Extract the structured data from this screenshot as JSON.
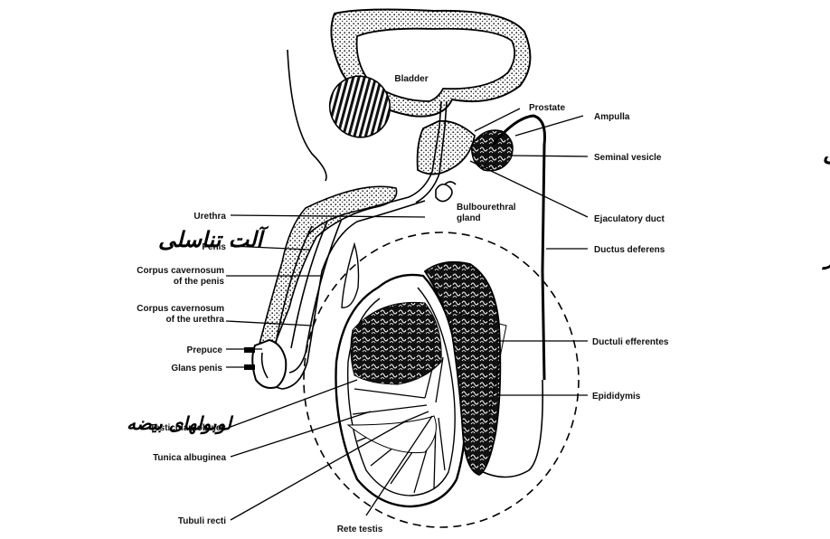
{
  "labels": {
    "bladder": "Bladder",
    "prostate": "Prostate",
    "ampulla": "Ampulla",
    "seminal_vesicle": "Seminal vesicle",
    "ejaculatory_duct": "Ejaculatory duct",
    "ductus_deferens": "Ductus deferens",
    "urethra": "Urethra",
    "bulbourethral_gland": "Bulbourethral",
    "bulbourethral_gland_2": "gland",
    "penis": "Penis",
    "corpus_cav_penis_1": "Corpus cavernosum",
    "corpus_cav_penis_2": "of the penis",
    "corpus_cav_urethra_1": "Corpus cavernosum",
    "corpus_cav_urethra_2": "of the urethra",
    "prepuce": "Prepuce",
    "glans_penis": "Glans penis",
    "ductuli_efferentes": "Ductuli efferentes",
    "epididymis": "Epididymis",
    "testicular_lobules": "Testicular lobules",
    "tunica_albuginea": "Tunica albuginea",
    "tubuli_recti": "Tubuli recti",
    "rete_testis": "Rete testis"
  },
  "handwritten": {
    "seminal_vesicle_fa": "کیسه منی",
    "penis_fa": "آلت تناسلی",
    "ductus_deferens_fa": "مجرای منی بر",
    "testicular_lobules_fa": "لوبولهای بیضه"
  }
}
